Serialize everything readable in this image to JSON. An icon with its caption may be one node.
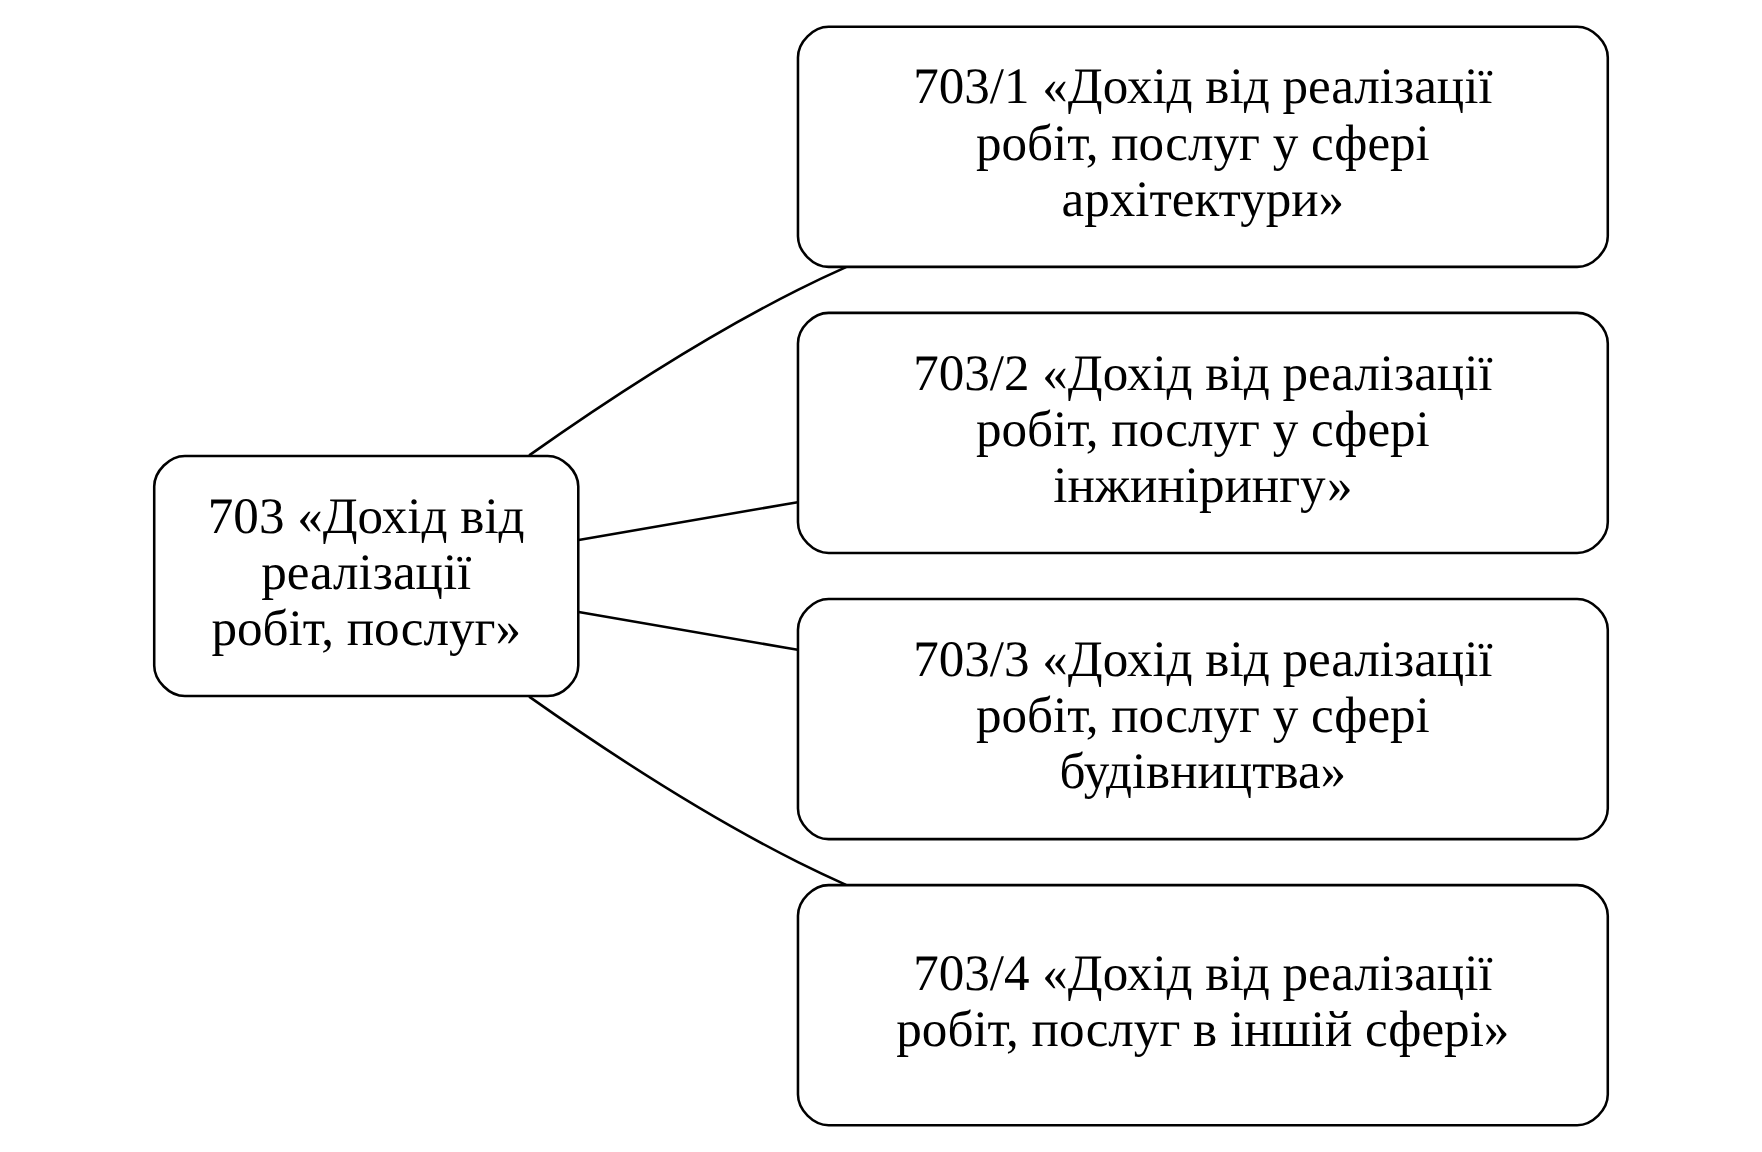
{
  "diagram": {
    "nodes": [
      {
        "text": [
          "703 «Дохід від реалізації робіт, послуг»"
        ]
      },
      {
        "text": [
          "703/1 «Дохід від реалізації робіт, послуг у сфері архітектури»"
        ]
      },
      {
        "text": [
          "703/2 «Дохід від реалізації робіт, послуг у сфері інжинірингу»"
        ]
      },
      {
        "text": [
          "703/3 «Дохід від реалізації робіт, послуг у сфері будівництва»"
        ]
      },
      {
        "text": [
          "703/4 «Дохід від реалізації робіт, послуг в іншій сфері»"
        ]
      }
    ],
    "edges": [
      {
        "from": 0,
        "to": 1,
        "arrow": "none"
      },
      {
        "from": 0,
        "to": 2,
        "arrow": "none"
      },
      {
        "from": 0,
        "to": 3,
        "arrow": "none"
      },
      {
        "from": 0,
        "to": 4,
        "arrow": "none"
      }
    ]
  }
}
